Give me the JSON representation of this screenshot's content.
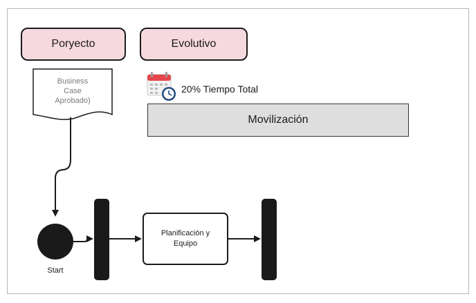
{
  "nodes": {
    "proyecto_label": "Poryecto",
    "evolutivo_label": "Evolutivo",
    "document_text": "Business\nCase\nAprobado)",
    "calendar_text": "20% Tiempo Total",
    "movilizacion_label": "Movilización",
    "process_label": "Planificación y Equipo",
    "start_label": "Start"
  },
  "icons": {
    "calendar": "calendar-clock-icon"
  },
  "colors": {
    "pill_fill": "#f6d9de",
    "bar_fill": "#dedede",
    "stroke": "#1a1a1a",
    "calendar_red": "#e5464b",
    "clock_blue": "#234a7d"
  }
}
